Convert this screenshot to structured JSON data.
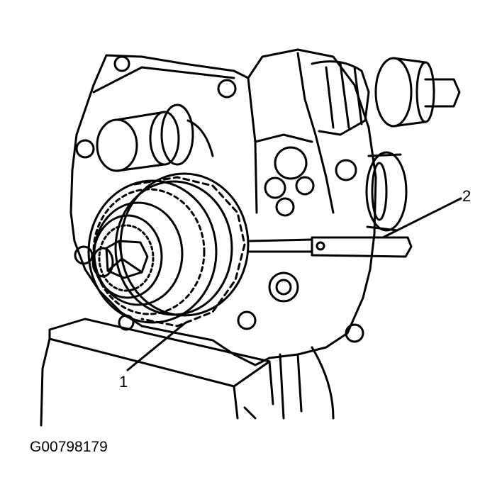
{
  "callouts": {
    "one": "1",
    "two": "2"
  },
  "figure_id": "G00798179",
  "colors": {
    "ink": "#000000",
    "paper": "#ffffff"
  }
}
